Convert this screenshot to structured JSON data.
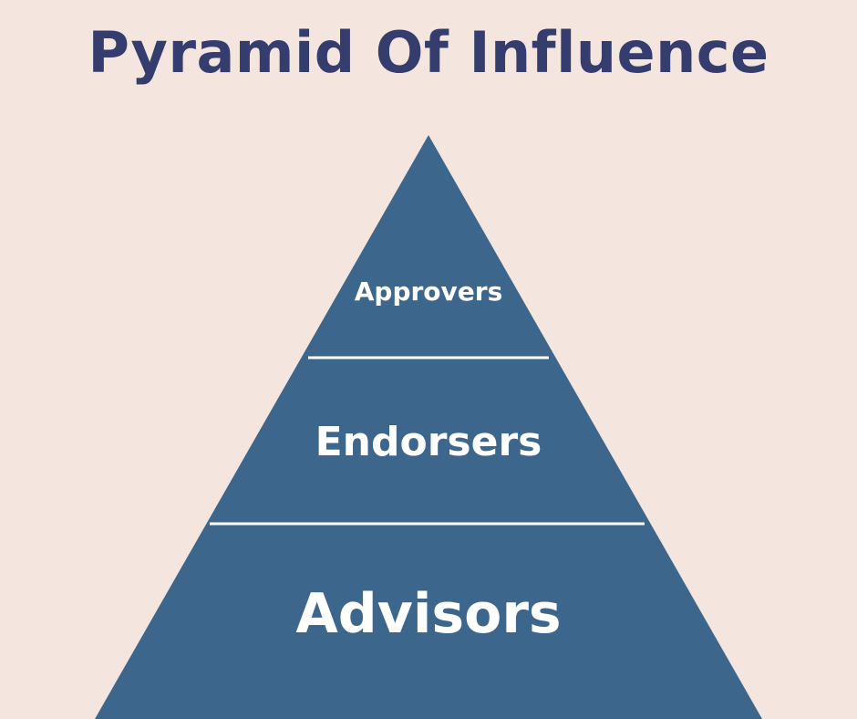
{
  "title": "Pyramid Of Influence",
  "tiers": [
    {
      "label": "Approvers"
    },
    {
      "label": "Endorsers"
    },
    {
      "label": "Advisors"
    }
  ],
  "colors": {
    "background": "#f4e6de",
    "title": "#343d6e",
    "pyramid": "#3c668b",
    "divider": "#ffffff",
    "label": "#ffffff"
  }
}
